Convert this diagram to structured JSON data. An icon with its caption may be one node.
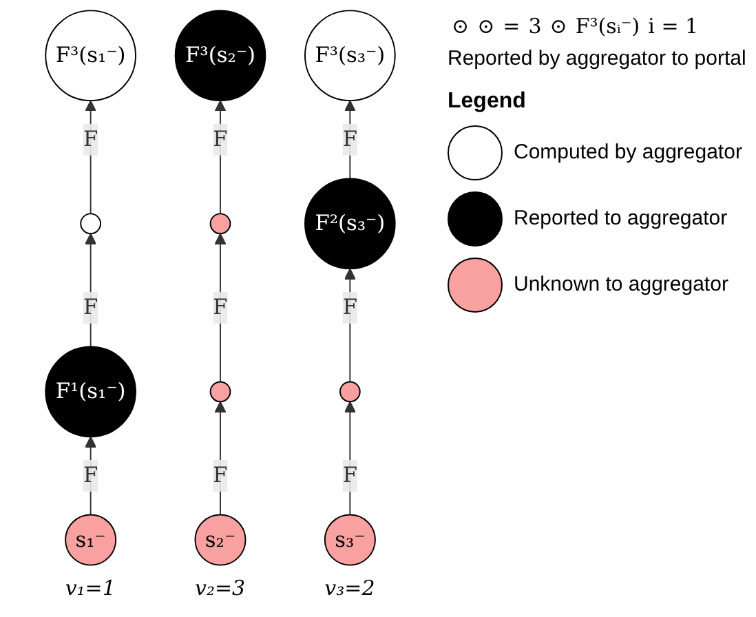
{
  "diagram": {
    "nodes": [
      {
        "text": [
          "F³(s₁⁻)"
        ]
      },
      {
        "text": [
          "F³(s₂⁻)"
        ]
      },
      {
        "text": [
          "F³(s₃⁻)"
        ]
      },
      {
        "text": [],
        "shape": "circle"
      },
      {
        "text": [],
        "shape": "circle"
      },
      {
        "text": [
          "F²(s₃⁻)"
        ]
      },
      {
        "text": [
          "F¹(s₁⁻)"
        ]
      },
      {
        "text": [],
        "shape": "circle"
      },
      {
        "text": [],
        "shape": "circle"
      },
      {
        "text": [
          "s₁⁻"
        ],
        "beside": [
          "v₁=1"
        ]
      },
      {
        "text": [
          "s₂⁻"
        ],
        "beside": [
          "v₂=3"
        ]
      },
      {
        "text": [
          "s₃⁻"
        ],
        "beside": [
          "v₃=2"
        ]
      }
    ],
    "edges": [
      {
        "from": 9,
        "to": 6,
        "arrow": "to",
        "label": "F"
      },
      {
        "from": 6,
        "to": 3,
        "arrow": "to",
        "label": "F"
      },
      {
        "from": 3,
        "to": 0,
        "arrow": "to",
        "label": "F"
      },
      {
        "from": 10,
        "to": 7,
        "arrow": "to",
        "label": "F"
      },
      {
        "from": 7,
        "to": 4,
        "arrow": "to",
        "label": "F"
      },
      {
        "from": 4,
        "to": 1,
        "arrow": "to",
        "label": "F"
      },
      {
        "from": 11,
        "to": 8,
        "arrow": "to",
        "label": "F"
      },
      {
        "from": 8,
        "to": 5,
        "arrow": "to",
        "label": "F"
      },
      {
        "from": 5,
        "to": 2,
        "arrow": "to",
        "label": "F"
      }
    ],
    "labels": [
      "⊙",
      "⊙",
      "=",
      "3",
      "⊙",
      "F³(sᵢ⁻)",
      "i = 1",
      "Reported by aggregator to portal",
      "Legend"
    ],
    "legend": [
      {
        "text": "Computed by aggregator",
        "color": "#ffffff"
      },
      {
        "text": "Reported to aggregator",
        "color": "#000000"
      },
      {
        "text": "Unknown to aggregator",
        "color": "#f9a0a0"
      }
    ]
  }
}
